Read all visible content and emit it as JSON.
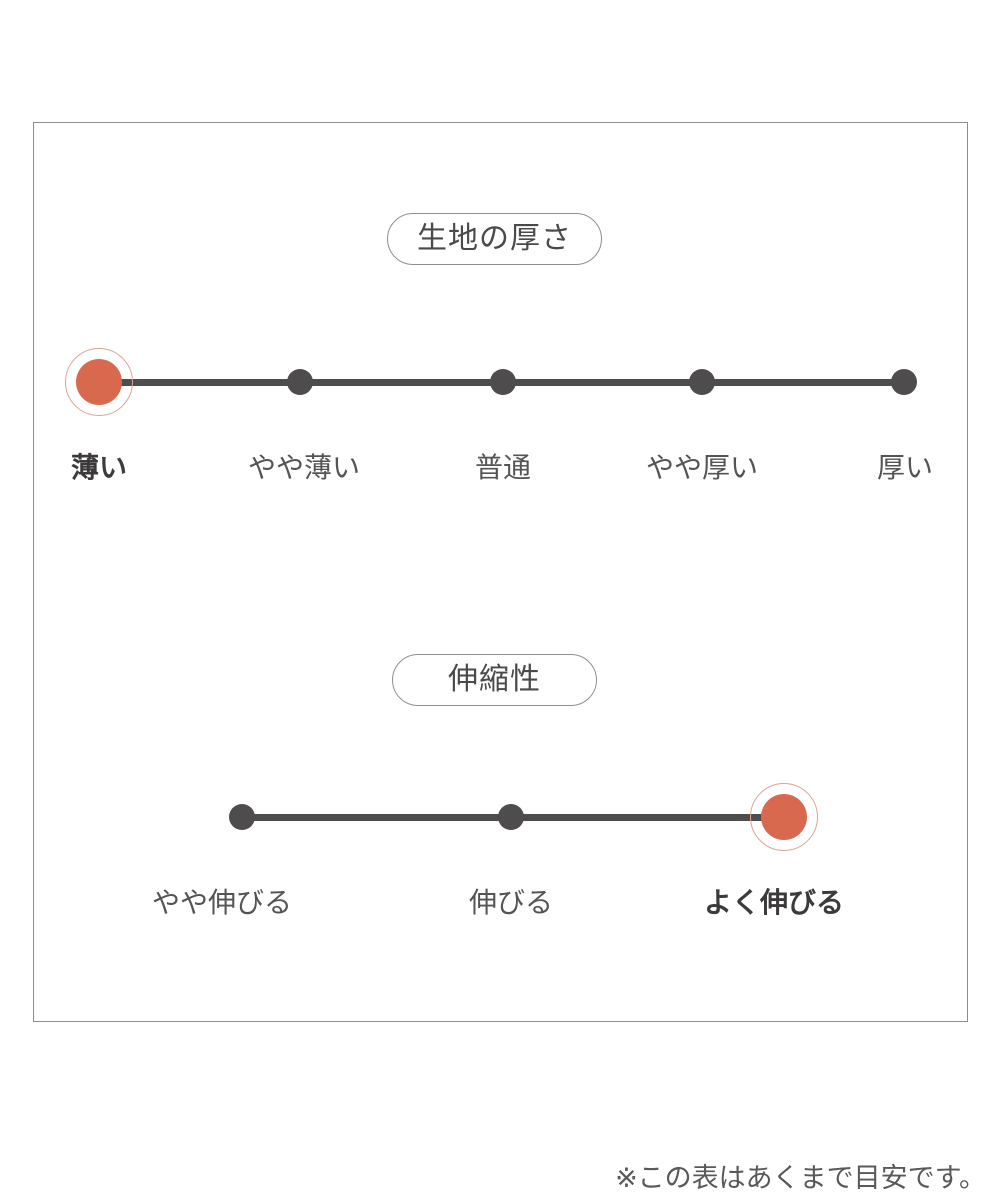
{
  "chart_data": {
    "type": "table",
    "title": "",
    "sections": [
      {
        "heading": "生地の厚さ",
        "categories": [
          "薄い",
          "やや薄い",
          "普通",
          "やや厚い",
          "厚い"
        ],
        "selected_index": 0,
        "selected_value": "薄い"
      },
      {
        "heading": "伸縮性",
        "categories": [
          "やや伸びる",
          "伸びる",
          "よく伸びる"
        ],
        "selected_index": 2,
        "selected_value": "よく伸びる"
      }
    ],
    "footnote": "※この表はあくまで目安です。",
    "colors": {
      "active_dot": "#d9694e",
      "active_halo": "#d9a494",
      "inactive_dot": "#4e4c4c",
      "track": "#4e4c4c",
      "frame": "#8d8d8d",
      "pill_border": "#8f8f8f",
      "label": "#555353",
      "active_label": "#3c3a3a",
      "background": "#ffffff"
    }
  },
  "thickness": {
    "heading": "生地の厚さ",
    "ticks": [
      {
        "label": "薄い",
        "active": true
      },
      {
        "label": "やや薄い",
        "active": false
      },
      {
        "label": "普通",
        "active": false
      },
      {
        "label": "やや厚い",
        "active": false
      },
      {
        "label": "厚い",
        "active": false
      }
    ]
  },
  "stretch": {
    "heading": "伸縮性",
    "ticks": [
      {
        "label": "やや伸びる",
        "active": false
      },
      {
        "label": "伸びる",
        "active": false
      },
      {
        "label": "よく伸びる",
        "active": true
      }
    ]
  },
  "footer": {
    "note": "※この表はあくまで目安です。"
  }
}
